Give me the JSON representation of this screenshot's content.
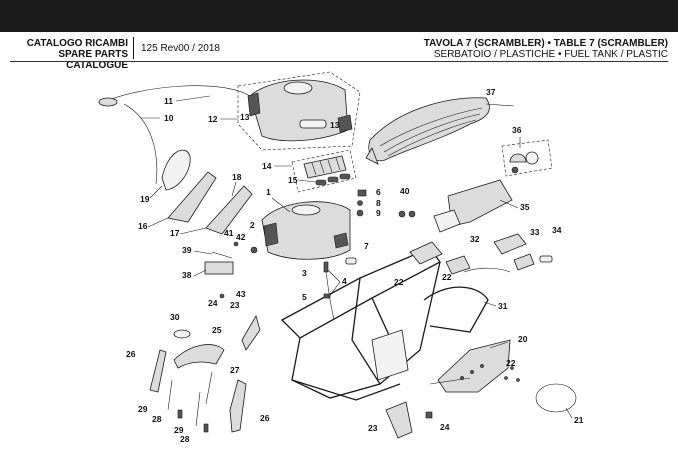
{
  "header": {
    "catalog_it": "CATALOGO RICAMBI",
    "catalog_en": "SPARE PARTS CATALOGUE",
    "revision": "125 Rev00 / 2018",
    "table_title": "TAVOLA 7 (SCRAMBLER) • TABLE 7 (SCRAMBLER)",
    "table_subtitle": "SERBATOIO / PLASTICHE • FUEL TANK / PLASTIC"
  },
  "callouts": {
    "c1": "1",
    "c2": "2",
    "c3": "3",
    "c4": "4",
    "c5": "5",
    "c6": "6",
    "c7": "7",
    "c8": "8",
    "c9": "9",
    "c10": "10",
    "c11": "11",
    "c12": "12",
    "c13a": "13",
    "c13b": "13",
    "c14": "14",
    "c15": "15",
    "c16": "16",
    "c17": "17",
    "c18": "18",
    "c19": "19",
    "c20": "20",
    "c21": "21",
    "c22a": "22",
    "c22b": "22",
    "c22c": "22",
    "c23a": "23",
    "c23b": "23",
    "c24a": "24",
    "c24b": "24",
    "c25": "25",
    "c26a": "26",
    "c26b": "26",
    "c27": "27",
    "c28a": "28",
    "c28b": "28",
    "c29a": "29",
    "c29b": "29",
    "c30": "30",
    "c31": "31",
    "c32": "32",
    "c33": "33",
    "c34": "34",
    "c35": "35",
    "c36": "36",
    "c37": "37",
    "c38": "38",
    "c39": "39",
    "c40": "40",
    "c41": "41",
    "c42": "42",
    "c43": "43"
  }
}
